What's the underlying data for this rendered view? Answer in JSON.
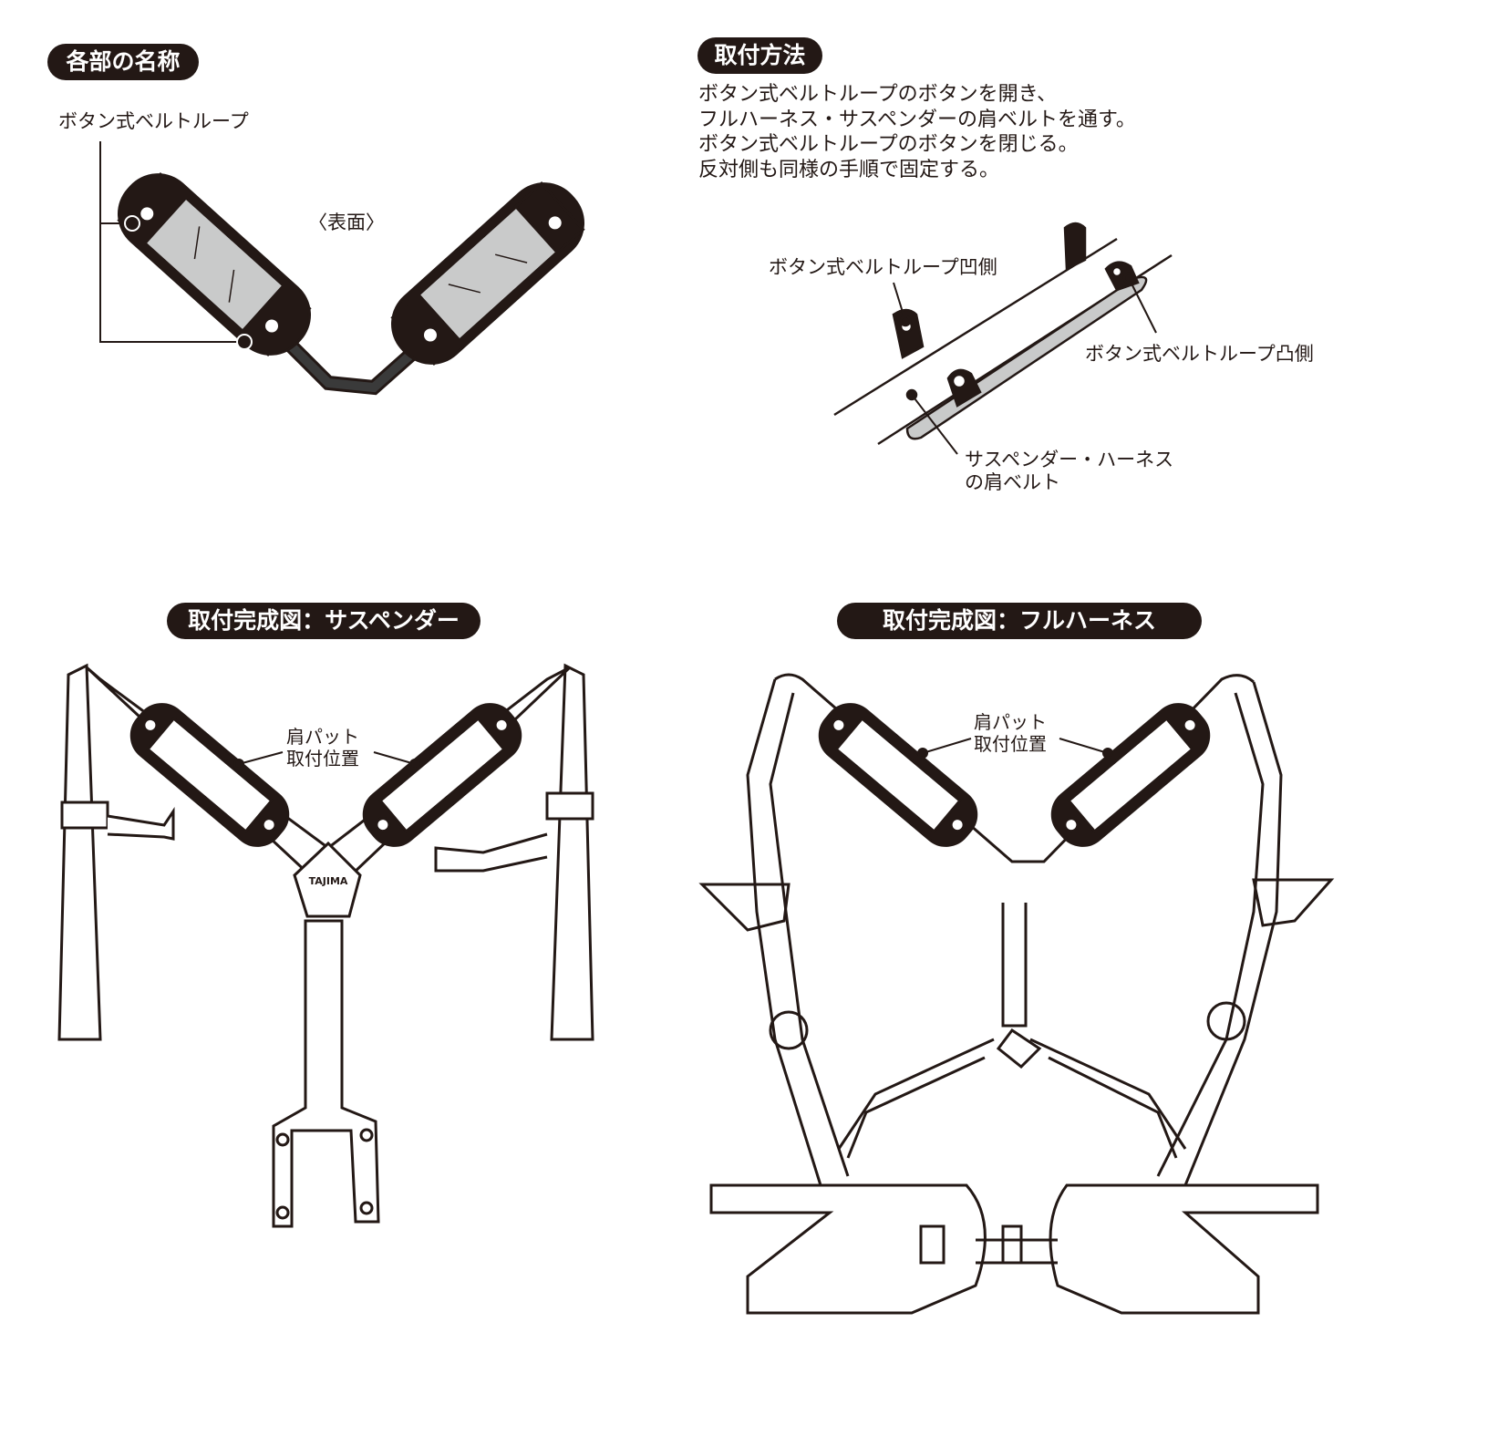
{
  "sections": {
    "parts": {
      "title": "各部の名称",
      "label_loop": "ボタン式ベルトループ",
      "label_surface": "〈表面〉"
    },
    "install": {
      "title": "取付方法",
      "steps": [
        "ボタン式ベルトループのボタンを開き、",
        "フルハーネス・サスペンダーの肩ベルトを通す。",
        "ボタン式ベルトループのボタンを閉じる。",
        "反対側も同様の手順で固定する。"
      ],
      "label_concave": "ボタン式ベルトループ凹側",
      "label_convex": "ボタン式ベルトループ凸側",
      "label_belt_line1": "サスペンダー・ハーネス",
      "label_belt_line2": "の肩ベルト"
    },
    "suspender": {
      "title": "取付完成図：サスペンダー",
      "pad_line1": "肩パット",
      "pad_line2": "取付位置",
      "brand": "TAJIMA"
    },
    "harness": {
      "title": "取付完成図：フルハーネス",
      "pad_line1": "肩パット",
      "pad_line2": "取付位置"
    }
  },
  "colors": {
    "ink": "#231815",
    "pad_gray": "#c9caca"
  }
}
